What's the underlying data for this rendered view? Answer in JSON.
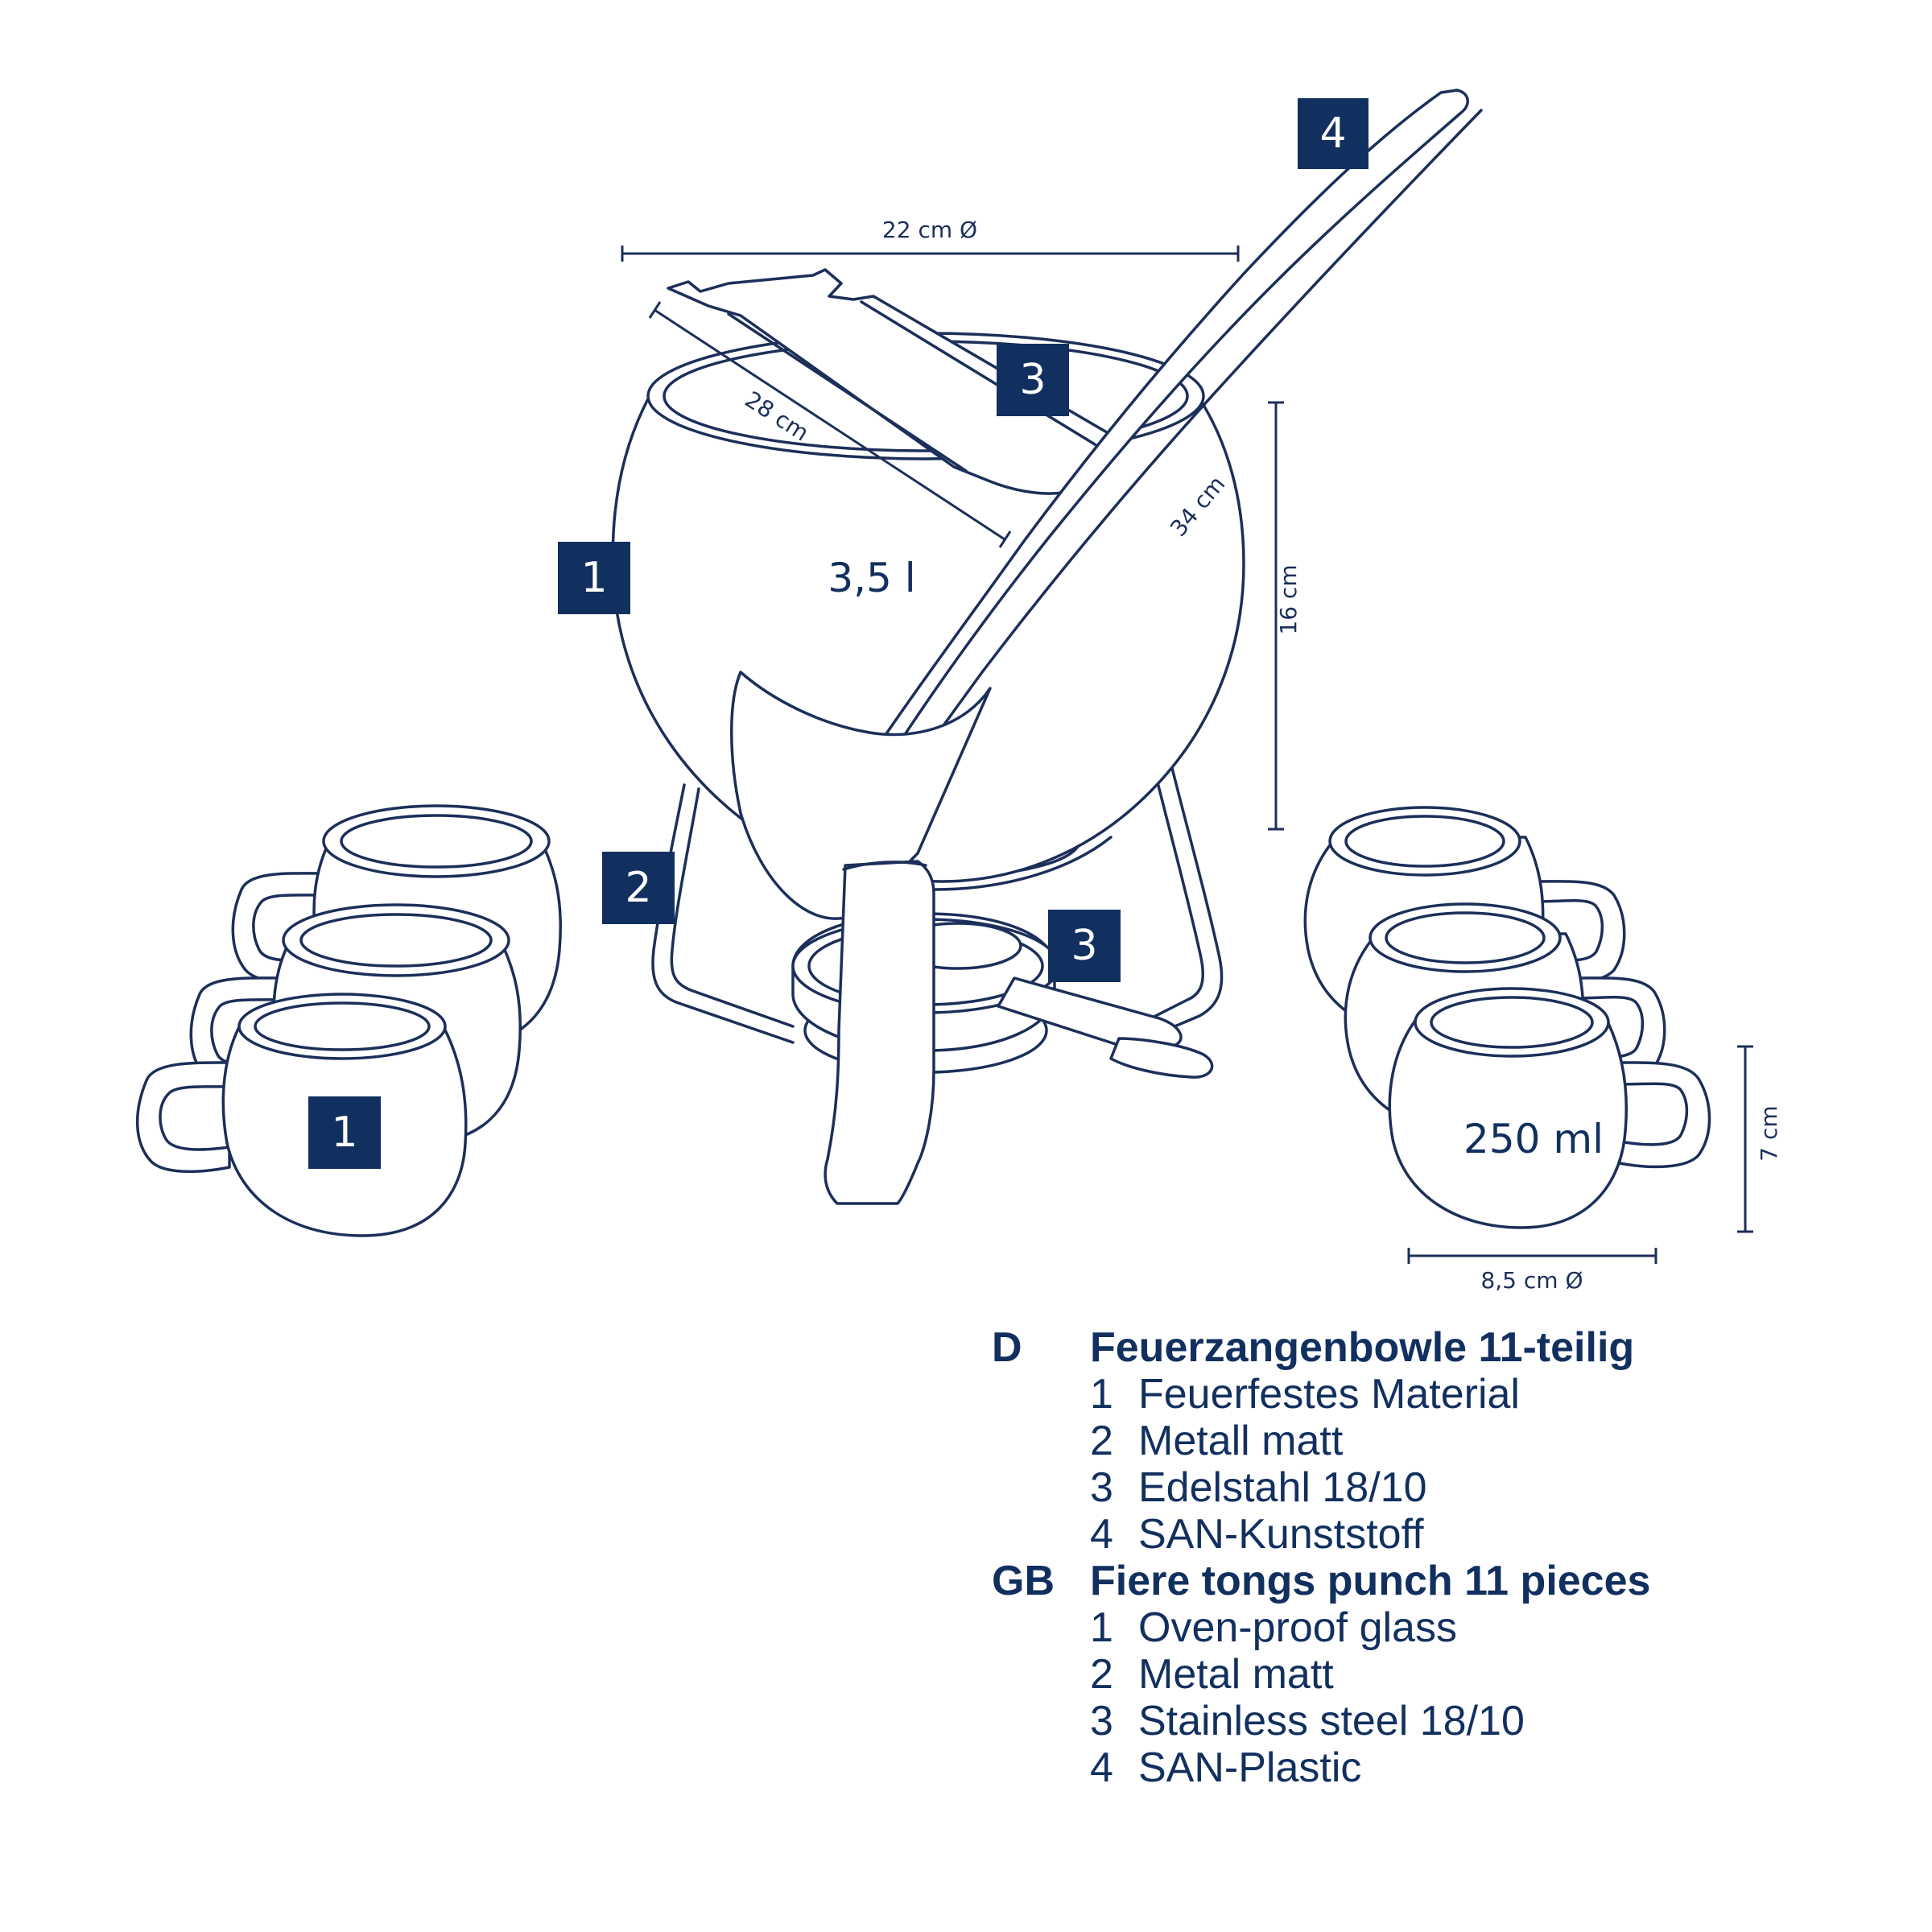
{
  "figure": {
    "badges": {
      "bowl": "1",
      "mug": "1",
      "stand": "2",
      "tongs": "3",
      "burner": "3",
      "ladle": "4"
    },
    "dimensions": {
      "bowl_diameter": "22 cm Ø",
      "tongs_length": "28 cm",
      "ladle_length": "34 cm",
      "bowl_height": "16 cm",
      "mug_height": "7 cm",
      "mug_diameter": "8,5 cm Ø"
    },
    "capacities": {
      "bowl": "3,5 l",
      "mug": "250 ml"
    }
  },
  "legend": {
    "de": {
      "lang": "D",
      "title": "Feuerzangenbowle 11-teilig",
      "items": [
        {
          "num": "1",
          "text": "Feuerfestes Material"
        },
        {
          "num": "2",
          "text": "Metall matt"
        },
        {
          "num": "3",
          "text": "Edelstahl 18/10"
        },
        {
          "num": "4",
          "text": "SAN-Kunststoff"
        }
      ]
    },
    "gb": {
      "lang": "GB",
      "title": "Fiere tongs punch 11 pieces",
      "items": [
        {
          "num": "1",
          "text": "Oven-proof glass"
        },
        {
          "num": "2",
          "text": "Metal matt"
        },
        {
          "num": "3",
          "text": "Stainless steel 18/10"
        },
        {
          "num": "4",
          "text": "SAN-Plastic"
        }
      ]
    }
  },
  "colors": {
    "line": "#1c2f5a",
    "badge": "#12305f",
    "background": "#ffffff"
  }
}
